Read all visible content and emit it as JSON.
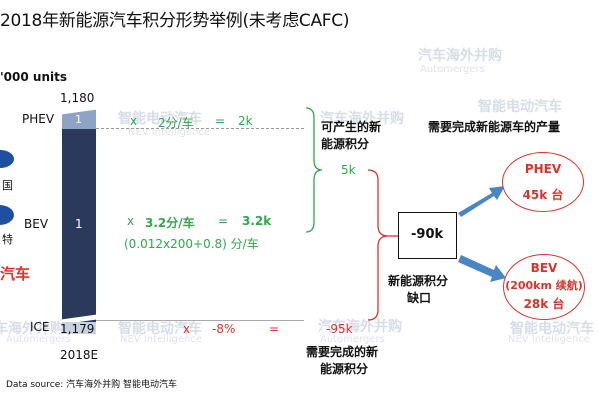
{
  "title": "2018年新能源汽车积分形势举例(未考虑CAFC)",
  "units_label": "'000 units",
  "bar": {
    "top_value": "1,180",
    "bottom_value": "1,179",
    "phev_segment": "1",
    "bev_segment": "1",
    "category": "2018E"
  },
  "rows": {
    "phev": "PHEV",
    "bev": "BEV",
    "ice": "ICE"
  },
  "phev_calc": {
    "x": "x",
    "rate": "2分/车",
    "eq": "=",
    "result": "2k"
  },
  "bev_calc": {
    "x": "x",
    "rate": "3.2分/车",
    "eq": "=",
    "result": "3.2k",
    "formula": "(0.012x200+0.8) 分/车"
  },
  "ice_calc": {
    "x": "x",
    "rate": "-8%",
    "eq": "=",
    "result": "-95k"
  },
  "credits_label_1": "可产生的新",
  "credits_label_2": "能源积分",
  "credits_total": "5k",
  "gap_value": "-90k",
  "gap_label_1": "新能源积分",
  "gap_label_2": "缺口",
  "required_credits_1": "需要完成的新",
  "required_credits_2": "能源积分",
  "required_production": "需要完成新能源车的产量",
  "phev_target": {
    "name": "PHEV",
    "value": "45k 台"
  },
  "bev_target": {
    "name": "BEV",
    "range": "(200km 续航)",
    "value": "28k 台"
  },
  "left_logos": {
    "brand_1": "国",
    "brand_2": "特",
    "brand_3": "汽车"
  },
  "watermarks": {
    "a": "汽车海外并购",
    "a_sub": "Automergers",
    "b": "智能电动汽车",
    "b_sub": "NEV Intelligence"
  },
  "data_source": "Data source: 汽车海外并购    智能电动汽车",
  "colors": {
    "bar": "#2b3a5c",
    "green": "#2ea84a",
    "red": "#d9342b",
    "arrow": "#4a86c5"
  }
}
